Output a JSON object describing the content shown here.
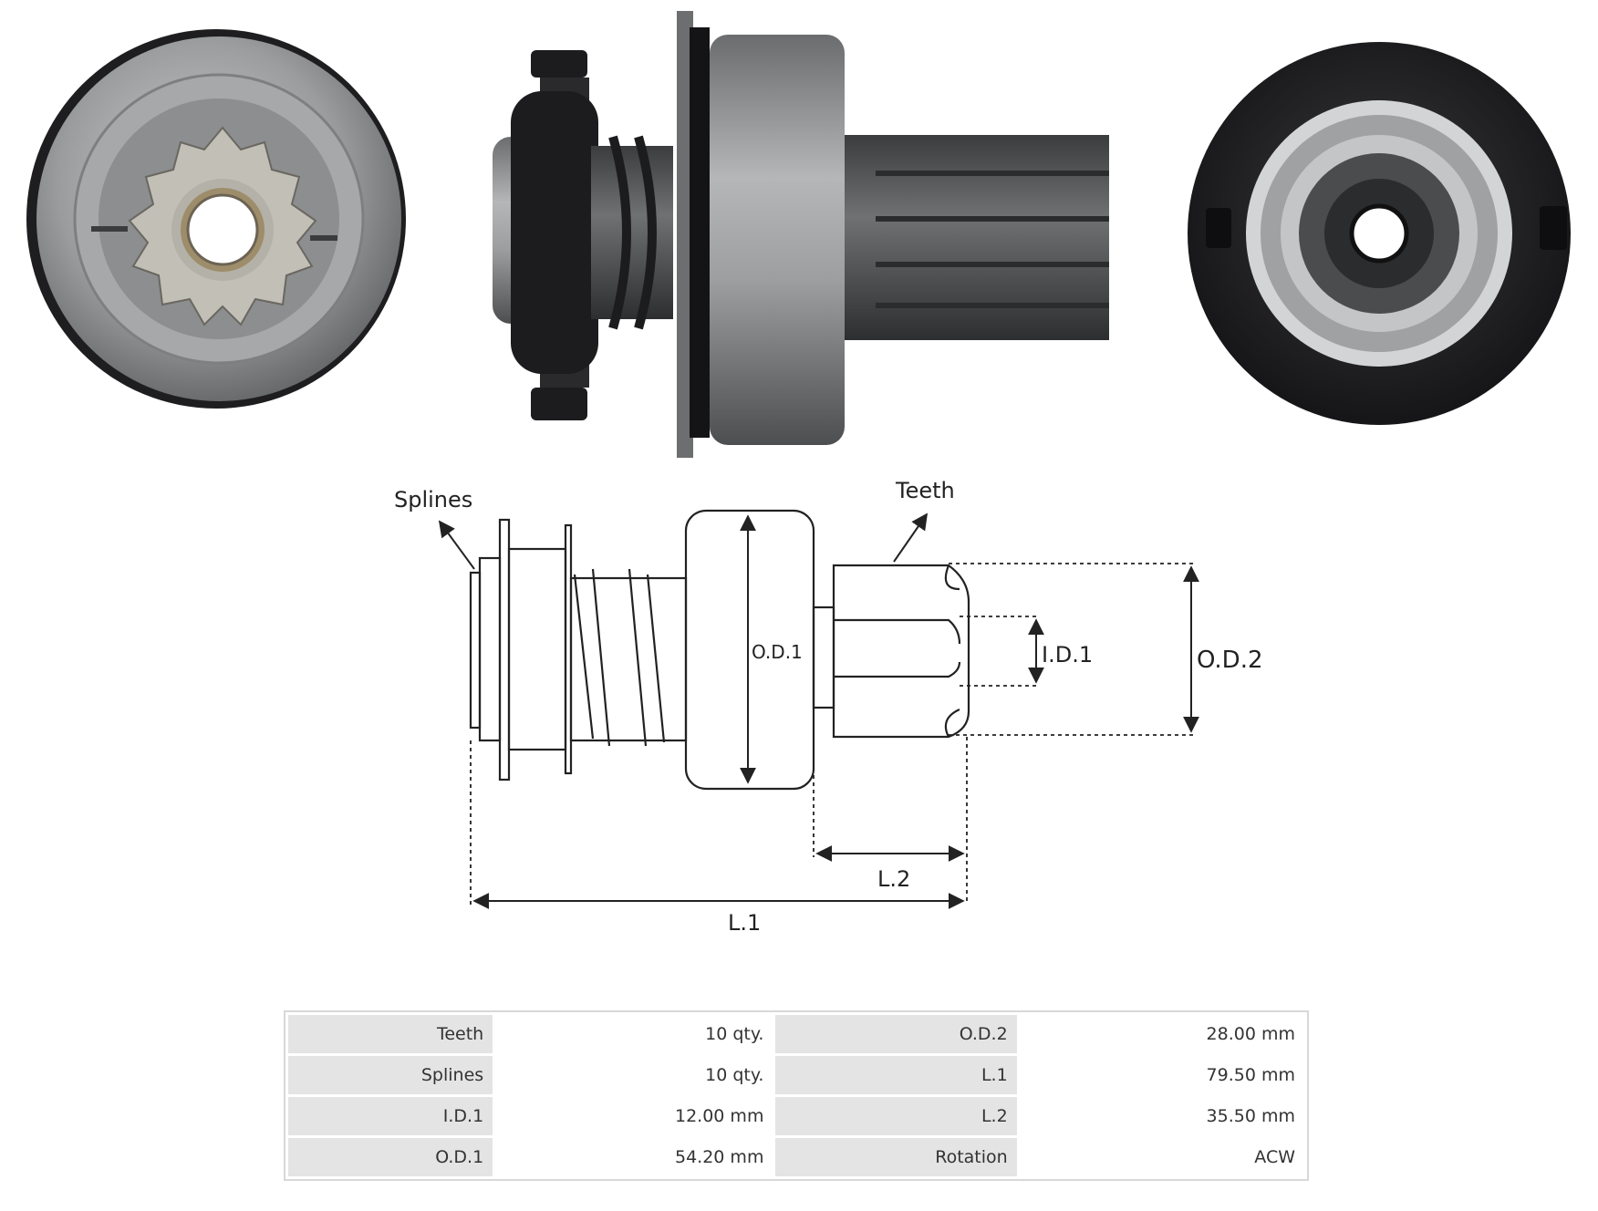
{
  "diagram": {
    "labels": {
      "splines": "Splines",
      "teeth": "Teeth",
      "od1": "O.D.1",
      "id1": "I.D.1",
      "od2": "O.D.2",
      "l2": "L.2",
      "l1": "L.1"
    }
  },
  "specs": {
    "rows": [
      {
        "k1": "Teeth",
        "v1": "10 qty.",
        "k2": "O.D.2",
        "v2": "28.00 mm"
      },
      {
        "k1": "Splines",
        "v1": "10 qty.",
        "k2": "L.1",
        "v2": "79.50 mm"
      },
      {
        "k1": "I.D.1",
        "v1": "12.00 mm",
        "k2": "L.2",
        "v2": "35.50 mm"
      },
      {
        "k1": "O.D.1",
        "v1": "54.20 mm",
        "k2": "Rotation",
        "v2": "ACW"
      }
    ]
  },
  "colors": {
    "metal": "#8f9193",
    "dark_metal": "#4a4c4e",
    "black_part": "#1c1c1e",
    "line": "#222222",
    "table_key_bg": "#e4e4e4"
  }
}
